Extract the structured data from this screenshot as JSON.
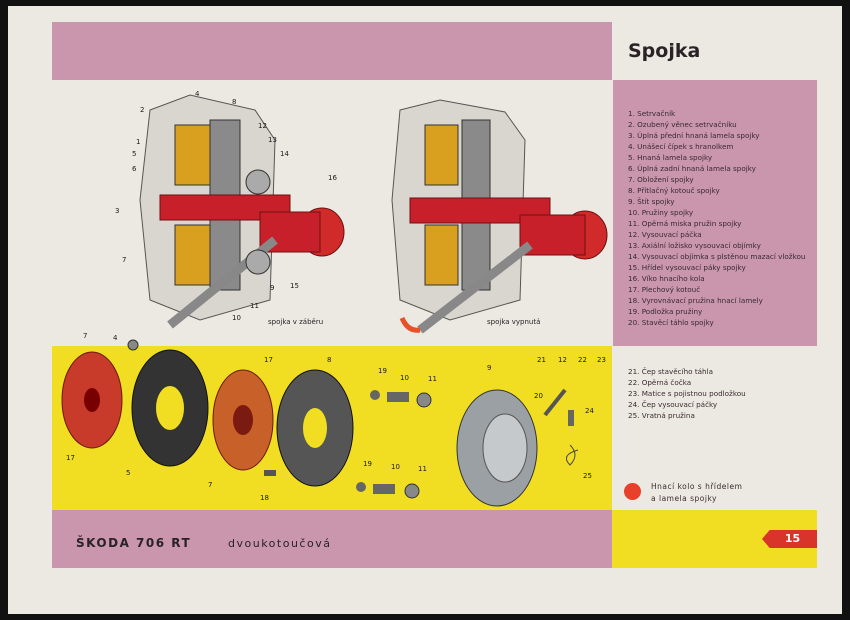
{
  "title": "Spojka",
  "legend_main": [
    "1. Setrvačník",
    "2. Ozubený věnec setrvačníku",
    "3. Úplná přední hnaná lamela spojky",
    "4. Unášecí čípek s hranolkem",
    "5. Hnaná lamela spojky",
    "6. Úplná zadní hnaná lamela spojky",
    "7. Obložení spojky",
    "8. Přítlačný kotouč spojky",
    "9. Štít spojky",
    "10. Pružiny spojky",
    "11. Opěrná miska pružin spojky",
    "12. Vysouvací páčka",
    "13. Axiální ložisko vysouvací objímky",
    "14. Vysouvací objímka s plstěnou mazací vložkou",
    "15. Hřídel vysouvací páky spojky",
    "16. Víko hnacího kola",
    "17. Plechový kotouč",
    "18. Vyrovnávací pružina hnací lamely",
    "19. Podložka pružiny",
    "20. Stavěcí táhlo spojky"
  ],
  "legend_extra": [
    "21. Čep stavěcího táhla",
    "22. Opěrná čočka",
    "23. Matice s pojistnou podložkou",
    "24. Čep vysouvací páčky",
    "25. Vratná pružina"
  ],
  "color_key": {
    "line1": "Hnací kolo s hřídelem",
    "line2": "a lamela spojky",
    "color": "#e8402a"
  },
  "captions": {
    "engaged": "spojka v záběru",
    "disengaged": "spojka vypnutá"
  },
  "footer": {
    "model": "ŠKODA 706 RT",
    "type": "dvoukotoučová"
  },
  "page_number": "15",
  "callouts_left": [
    "1",
    "2",
    "3",
    "4",
    "5",
    "6",
    "7",
    "8",
    "9",
    "10",
    "11",
    "12",
    "13",
    "14",
    "15",
    "16"
  ],
  "callouts_parts": [
    "7",
    "4",
    "17",
    "5",
    "17",
    "7",
    "8",
    "18",
    "19",
    "10",
    "11",
    "19",
    "10",
    "11",
    "9",
    "21",
    "12",
    "22",
    "23",
    "20",
    "24",
    "25"
  ]
}
